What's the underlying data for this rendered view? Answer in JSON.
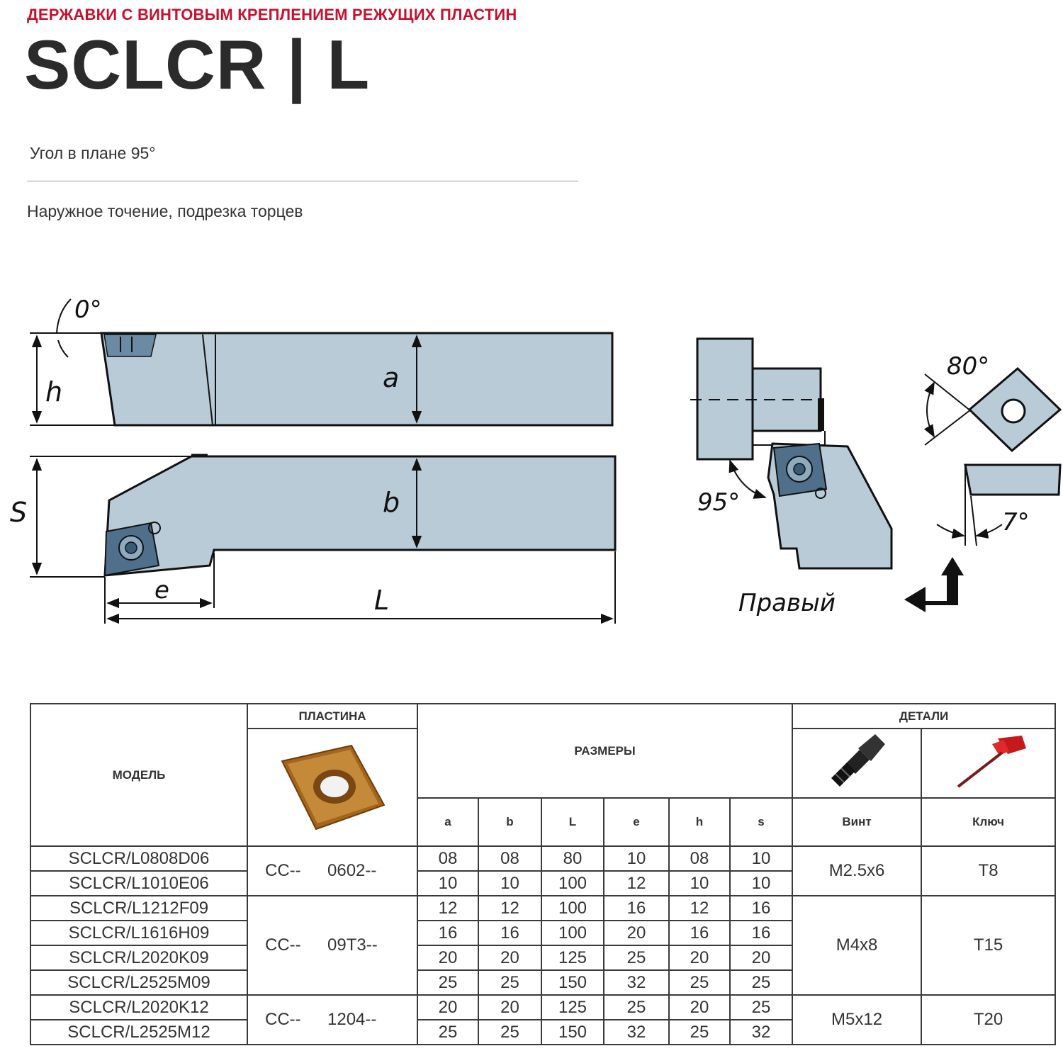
{
  "header": {
    "supertitle": "ДЕРЖАВКИ С ВИНТОВЫМ КРЕПЛЕНИЕМ РЕЖУЩИХ ПЛАСТИН",
    "title": "SCLCR | L",
    "angle_note": "Угол в плане 95°",
    "usage": "Наружное точение, подрезка торцев"
  },
  "drawing": {
    "angle_top": "0°",
    "label_h": "h",
    "label_a": "a",
    "label_s": "S",
    "label_b": "b",
    "label_e": "e",
    "label_L": "L",
    "angle_95": "95°",
    "angle_80": "80°",
    "angle_7": "7°",
    "hand": "Правый"
  },
  "table": {
    "headers": {
      "model": "МОДЕЛЬ",
      "insert": "ПЛАСТИНА",
      "dimensions": "РАЗМЕРЫ",
      "details": "ДЕТАЛИ",
      "a": "a",
      "b": "b",
      "L": "L",
      "e": "e",
      "h": "h",
      "s": "s",
      "screw": "Винт",
      "key": "Ключ"
    },
    "groups": [
      {
        "insert_type": "CC--",
        "insert_size": "0602--",
        "screw": "M2.5x6",
        "key": "T8",
        "rows": [
          {
            "model": "SCLCR/L0808D06",
            "a": "08",
            "b": "08",
            "L": "80",
            "e": "10",
            "h": "08",
            "s": "10"
          },
          {
            "model": "SCLCR/L1010E06",
            "a": "10",
            "b": "10",
            "L": "100",
            "e": "12",
            "h": "10",
            "s": "10"
          }
        ]
      },
      {
        "insert_type": "CC--",
        "insert_size": "09T3--",
        "screw": "M4x8",
        "key": "T15",
        "rows": [
          {
            "model": "SCLCR/L1212F09",
            "a": "12",
            "b": "12",
            "L": "100",
            "e": "16",
            "h": "12",
            "s": "16"
          },
          {
            "model": "SCLCR/L1616H09",
            "a": "16",
            "b": "16",
            "L": "100",
            "e": "20",
            "h": "16",
            "s": "16"
          },
          {
            "model": "SCLCR/L2020K09",
            "a": "20",
            "b": "20",
            "L": "125",
            "e": "25",
            "h": "20",
            "s": "20"
          },
          {
            "model": "SCLCR/L2525M09",
            "a": "25",
            "b": "25",
            "L": "150",
            "e": "32",
            "h": "25",
            "s": "25"
          }
        ]
      },
      {
        "insert_type": "CC--",
        "insert_size": "1204--",
        "screw": "M5x12",
        "key": "T20",
        "rows": [
          {
            "model": "SCLCR/L2020K12",
            "a": "20",
            "b": "20",
            "L": "125",
            "e": "25",
            "h": "20",
            "s": "25"
          },
          {
            "model": "SCLCR/L2525M12",
            "a": "25",
            "b": "25",
            "L": "150",
            "e": "32",
            "h": "25",
            "s": "32"
          }
        ]
      }
    ]
  }
}
